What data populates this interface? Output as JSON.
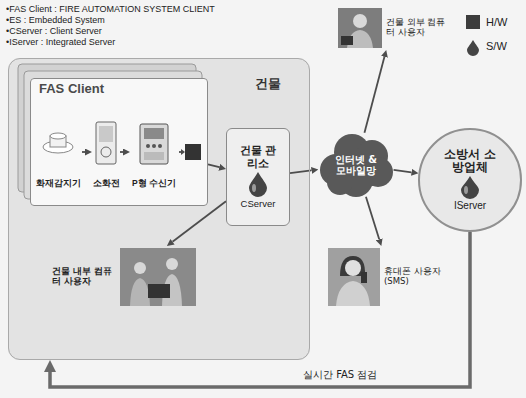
{
  "diagram": {
    "nodes": [
      {
        "text": [
          "건물"
        ]
      },
      {
        "text": [
          "FAS Client"
        ],
        "in": 0
      },
      {
        "text": [
          "화재감지기"
        ],
        "in": 1
      },
      {
        "text": [
          "소화전"
        ],
        "in": 1
      },
      {
        "text": [
          "P형 수신기"
        ],
        "in": 1
      },
      {
        "text": [
          "건물 관리소",
          "CServer"
        ],
        "in": 0
      },
      {
        "text": [
          "건물 내부 컴퓨터 사용자"
        ],
        "in": 0
      },
      {
        "text": [
          "건물 외부 컴퓨터 사용자"
        ]
      },
      {
        "text": [
          "인터넷 & 모바일망"
        ]
      },
      {
        "text": [
          "소방서 소방업체",
          "IServer"
        ]
      },
      {
        "text": [
          "휴대폰 사용자 (SMS)"
        ]
      }
    ],
    "edges": [
      {
        "from": 2,
        "to": 3,
        "arrow": "to"
      },
      {
        "from": 3,
        "to": 4,
        "arrow": "to"
      },
      {
        "from": 1,
        "to": 5,
        "arrow": "to"
      },
      {
        "from": 5,
        "to": 8,
        "arrow": "to"
      },
      {
        "from": 5,
        "to": 6,
        "arrow": "to"
      },
      {
        "from": 8,
        "to": 7,
        "arrow": "to"
      },
      {
        "from": 8,
        "to": 9,
        "arrow": "to"
      },
      {
        "from": 8,
        "to": 10,
        "arrow": "to"
      },
      {
        "from": 9,
        "to": 0,
        "label": "실시간 FAS 점검",
        "arrow": "to"
      }
    ],
    "labels": [
      "•FAS Client : FIRE AUTOMATION SYSTEM CLIENT",
      "•ES : Embedded System",
      "•CServer : Client Server",
      "•IServer : Integrated Server"
    ],
    "legend": [
      {
        "text": "H/W",
        "color": "#3c3c3c"
      },
      {
        "text": "S/W"
      }
    ]
  }
}
